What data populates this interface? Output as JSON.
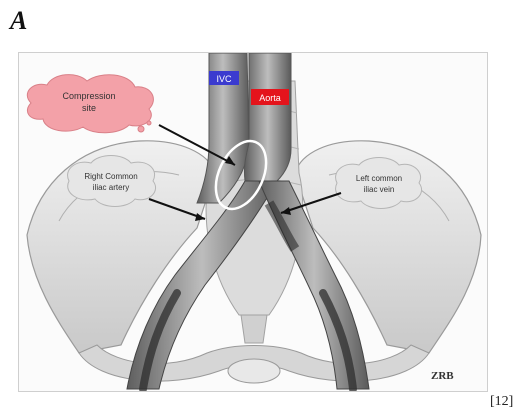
{
  "panel_letter": "A",
  "citation": "[12]",
  "labels": {
    "ivc": "IVC",
    "aorta": "Aorta",
    "compression_line1": "Compression",
    "compression_line2": "site",
    "right_line1": "Right Common",
    "right_line2": "iliac artery",
    "left_line1": "Left common",
    "left_line2": "iliac vein",
    "signature": "ZRB"
  },
  "colors": {
    "ivc_tag": "#3b3bcf",
    "aorta_tag": "#e4141c",
    "compression_cloud": "#f3a1a8",
    "label_cloud": "#e6e6e6",
    "bone": "#e4e4e4",
    "vessel": "#8a8a8a"
  }
}
